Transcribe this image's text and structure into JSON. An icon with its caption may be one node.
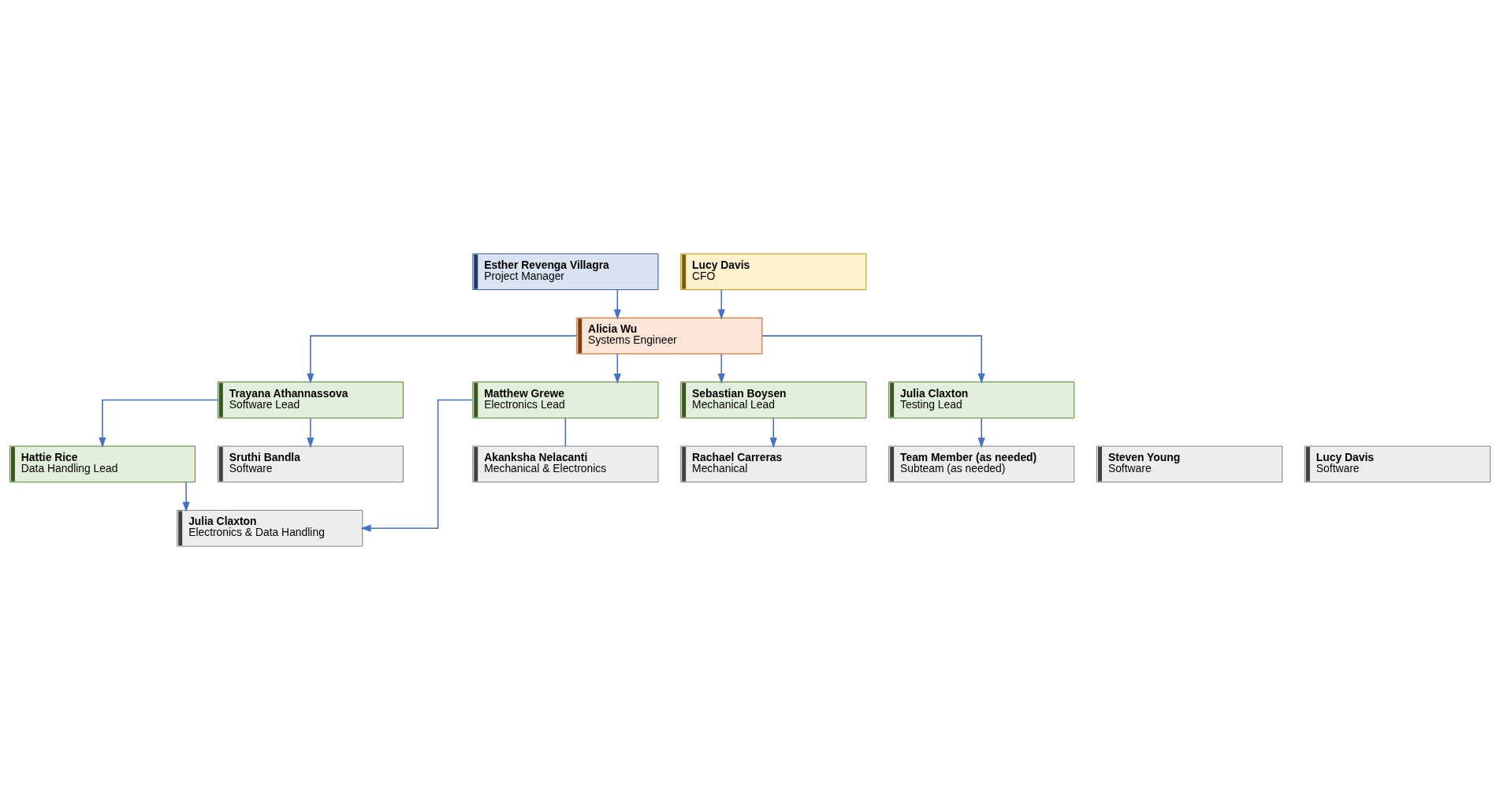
{
  "diagram": {
    "nodes": [
      {
        "text": [
          "Esther Revenga Villagra",
          "Project Manager"
        ]
      },
      {
        "text": [
          "Lucy Davis",
          "CFO"
        ]
      },
      {
        "text": [
          "Alicia Wu",
          "Systems Engineer"
        ]
      },
      {
        "text": [
          "Trayana Athannassova",
          "Software Lead"
        ]
      },
      {
        "text": [
          "Matthew Grewe",
          "Electronics Lead"
        ]
      },
      {
        "text": [
          "Sebastian Boysen",
          "Mechanical Lead"
        ]
      },
      {
        "text": [
          "Julia Claxton",
          "Testing Lead"
        ]
      },
      {
        "text": [
          "Hattie Rice",
          "Data Handling Lead"
        ]
      },
      {
        "text": [
          "Rachael Carreras",
          "Mechanical"
        ]
      },
      {
        "text": [
          "Team Member (as needed)",
          "Subteam (as needed)"
        ]
      },
      {
        "text": [
          "Sruthi Bandla",
          "Software"
        ]
      },
      {
        "text": [
          "Julia Claxton",
          "Electronics & Data Handling"
        ]
      },
      {
        "text": [
          "Akanksha Nelacanti",
          "Mechanical & Electronics"
        ]
      },
      {
        "text": [
          "Steven Young",
          "Software"
        ]
      },
      {
        "text": [
          "Lucy Davis",
          "Software"
        ]
      }
    ],
    "edges": [
      {
        "from": 0,
        "to": 2,
        "arrow": "to"
      },
      {
        "from": 1,
        "to": 2,
        "arrow": "to"
      },
      {
        "from": 2,
        "to": 3,
        "arrow": "to"
      },
      {
        "from": 2,
        "to": 4,
        "arrow": "to"
      },
      {
        "from": 2,
        "to": 5,
        "arrow": "to"
      },
      {
        "from": 2,
        "to": 6,
        "arrow": "to"
      },
      {
        "from": 3,
        "to": 7,
        "arrow": "to"
      },
      {
        "from": 3,
        "to": 10,
        "arrow": "to"
      },
      {
        "from": 7,
        "to": 11,
        "arrow": "to"
      },
      {
        "from": 4,
        "to": 11,
        "arrow": "to"
      },
      {
        "from": 4,
        "to": 12,
        "arrow": "none"
      },
      {
        "from": 5,
        "to": 8,
        "arrow": "to"
      },
      {
        "from": 6,
        "to": 9,
        "arrow": "to"
      }
    ]
  }
}
